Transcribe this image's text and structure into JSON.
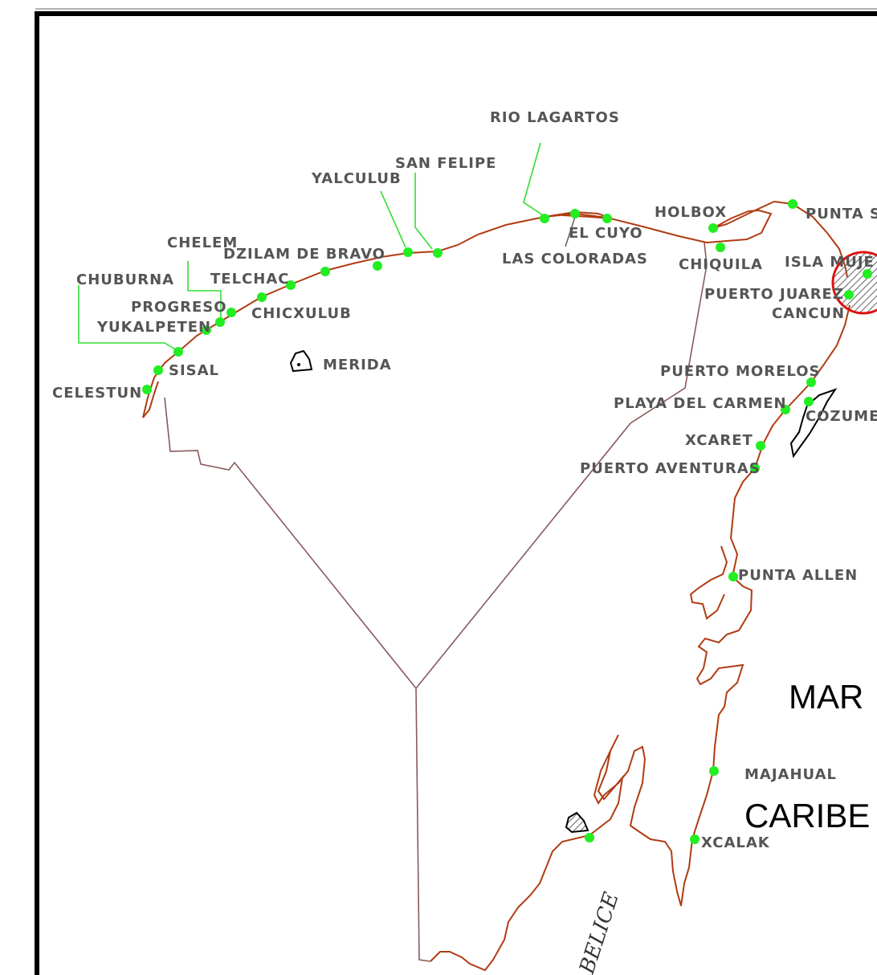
{
  "sea_labels": {
    "line1": "MAR",
    "line2": "CARIBE"
  },
  "country_label": "BELICE",
  "places": {
    "rio_lagartos": "RIO LAGARTOS",
    "san_felipe": "SAN FELIPE",
    "yalculub": "YALCULUB",
    "holbox": "HOLBOX",
    "punta_s": "PUNTA S",
    "el_cuyo": "EL CUYO",
    "las_coloradas": "LAS COLORADAS",
    "chiquila": "CHIQUILA",
    "isla_mujeres": "ISLA MUJE",
    "chelem": "CHELEM",
    "dzilam_de_bravo": "DZILAM DE BRAVO",
    "chuburna": "CHUBURNA",
    "telchac": "TELCHAC",
    "puerto_juarez": "PUERTO JUAREZ",
    "cancun": "CANCUN",
    "progreso": "PROGRESO",
    "chicxulub": "CHICXULUB",
    "yukalpeten": "YUKALPETEN",
    "sisal": "SISAL",
    "merida": "MERIDA",
    "celestun": "CELESTUN",
    "puerto_morelos": "PUERTO MORELOS",
    "playa_del_carmen": "PLAYA DEL CARMEN",
    "cozumel": "COZUMEL",
    "xcaret": "XCARET",
    "puerto_aventuras": "PUERTO AVENTURAS",
    "punta_allen": "PUNTA ALLEN",
    "majahual": "MAJAHUAL",
    "xcalak": "XCALAK"
  },
  "colors": {
    "coast": "#b03c12",
    "border": "#8a5a5a",
    "marker": "#22ee22",
    "leader": "#33dd33",
    "highlight": "#dd1111"
  },
  "icons": [
    "city-icon",
    "hatched-city-icon"
  ]
}
